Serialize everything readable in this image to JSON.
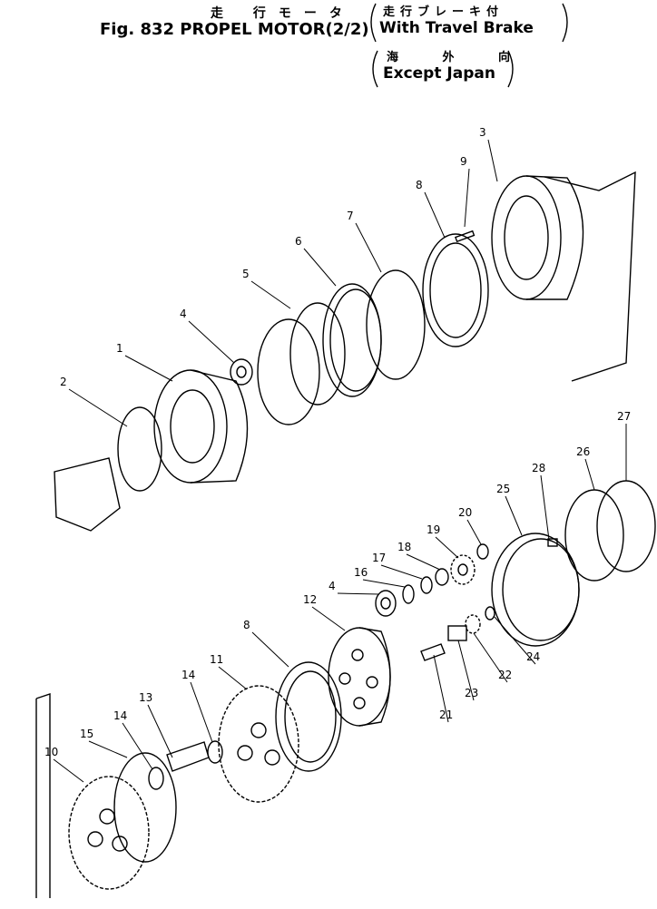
{
  "header": {
    "jp_title": "走 行モータ",
    "title": "Fig. 832 PROPEL MOTOR(2/2)",
    "variant1_jp": "走行ブレーキ付",
    "variant1": "With Travel Brake",
    "variant2_jp": "海 外 向",
    "variant2": "Except Japan"
  },
  "callouts": [
    "3",
    "9",
    "8",
    "7",
    "6",
    "5",
    "4",
    "1",
    "2",
    "27",
    "26",
    "28",
    "25",
    "20",
    "19",
    "18",
    "17",
    "16",
    "4",
    "12",
    "8",
    "11",
    "14",
    "13",
    "14",
    "15",
    "10",
    "24",
    "22",
    "23",
    "21"
  ]
}
